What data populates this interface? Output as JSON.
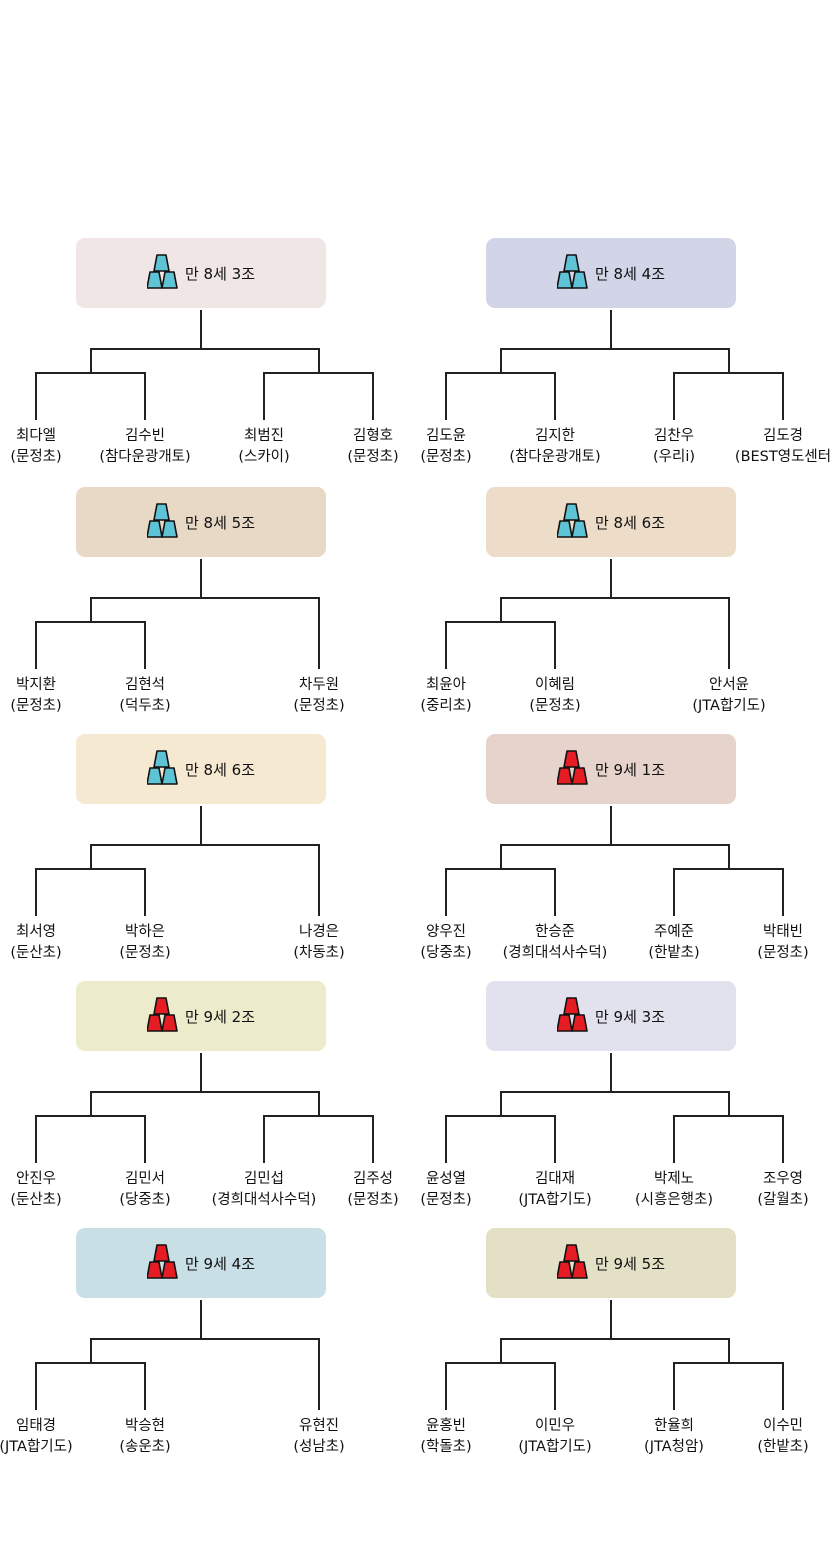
{
  "colors": {
    "cup_blue": "#5fc3d6",
    "cup_red": "#e51c23"
  },
  "groups": [
    {
      "id": "g1",
      "title": "만 8세 3조",
      "cup": "blue",
      "bg": "#f0e6e6",
      "players": [
        [
          "최다엘",
          "(문정초)"
        ],
        [
          "김수빈",
          "(참다운광개토)"
        ],
        [
          "최범진",
          "(스카이)"
        ],
        [
          "김형호",
          "(문정초)"
        ]
      ]
    },
    {
      "id": "g2",
      "title": "만 8세 4조",
      "cup": "blue",
      "bg": "#d2d5e8",
      "players": [
        [
          "김도윤",
          "(문정초)"
        ],
        [
          "김지한",
          "(참다운광개토)"
        ],
        [
          "김찬우",
          "(우리i)"
        ],
        [
          "김도경",
          "(BEST영도센터"
        ]
      ]
    },
    {
      "id": "g3",
      "title": "만 8세 5조",
      "cup": "blue",
      "bg": "#e8d8c6",
      "players": [
        [
          "박지환",
          "(문정초)"
        ],
        [
          "김현석",
          "(덕두초)"
        ],
        [
          "차두원",
          "(문정초)"
        ]
      ]
    },
    {
      "id": "g4",
      "title": "만 8세 6조",
      "cup": "blue",
      "bg": "#eddcc8",
      "players": [
        [
          "최윤아",
          "(중리초)"
        ],
        [
          "이혜림",
          "(문정초)"
        ],
        [
          "안서윤",
          "(JTA합기도)"
        ]
      ]
    },
    {
      "id": "g5",
      "title": "만 8세 6조",
      "cup": "blue",
      "bg": "#f5e9d2",
      "players": [
        [
          "최서영",
          "(둔산초)"
        ],
        [
          "박하은",
          "(문정초)"
        ],
        [
          "나경은",
          "(차동초)"
        ]
      ]
    },
    {
      "id": "g6",
      "title": "만 9세 1조",
      "cup": "red",
      "bg": "#e6d4cc",
      "players": [
        [
          "양우진",
          "(당중초)"
        ],
        [
          "한승준",
          "(경희대석사수덕)"
        ],
        [
          "주예준",
          "(한밭초)"
        ],
        [
          "박태빈",
          "(문정초)"
        ]
      ]
    },
    {
      "id": "g7",
      "title": "만 9세 2조",
      "cup": "red",
      "bg": "#ecebcc",
      "players": [
        [
          "안진우",
          "(둔산초)"
        ],
        [
          "김민서",
          "(당중초)"
        ],
        [
          "김민섭",
          "(경희대석사수덕)"
        ],
        [
          "김주성",
          "(문정초)"
        ]
      ]
    },
    {
      "id": "g8",
      "title": "만 9세 3조",
      "cup": "red",
      "bg": "#e2e2ee",
      "players": [
        [
          "윤성열",
          "(문정초)"
        ],
        [
          "김대재",
          "(JTA합기도)"
        ],
        [
          "박제노",
          "(시흥은행초)"
        ],
        [
          "조우영",
          "(갈월초)"
        ]
      ]
    },
    {
      "id": "g9",
      "title": "만 9세 4조",
      "cup": "red",
      "bg": "#c8dfe6",
      "players": [
        [
          "임태경",
          "(JTA합기도)"
        ],
        [
          "박승현",
          "(송운초)"
        ],
        [
          "유현진",
          "(성남초)"
        ]
      ]
    },
    {
      "id": "g10",
      "title": "만 9세 5조",
      "cup": "red",
      "bg": "#e4e0c6",
      "players": [
        [
          "윤홍빈",
          "(학돌초)"
        ],
        [
          "이민우",
          "(JTA합기도)"
        ],
        [
          "한율희",
          "(JTA청암)"
        ],
        [
          "이수민",
          "(한밭초)"
        ]
      ]
    }
  ]
}
